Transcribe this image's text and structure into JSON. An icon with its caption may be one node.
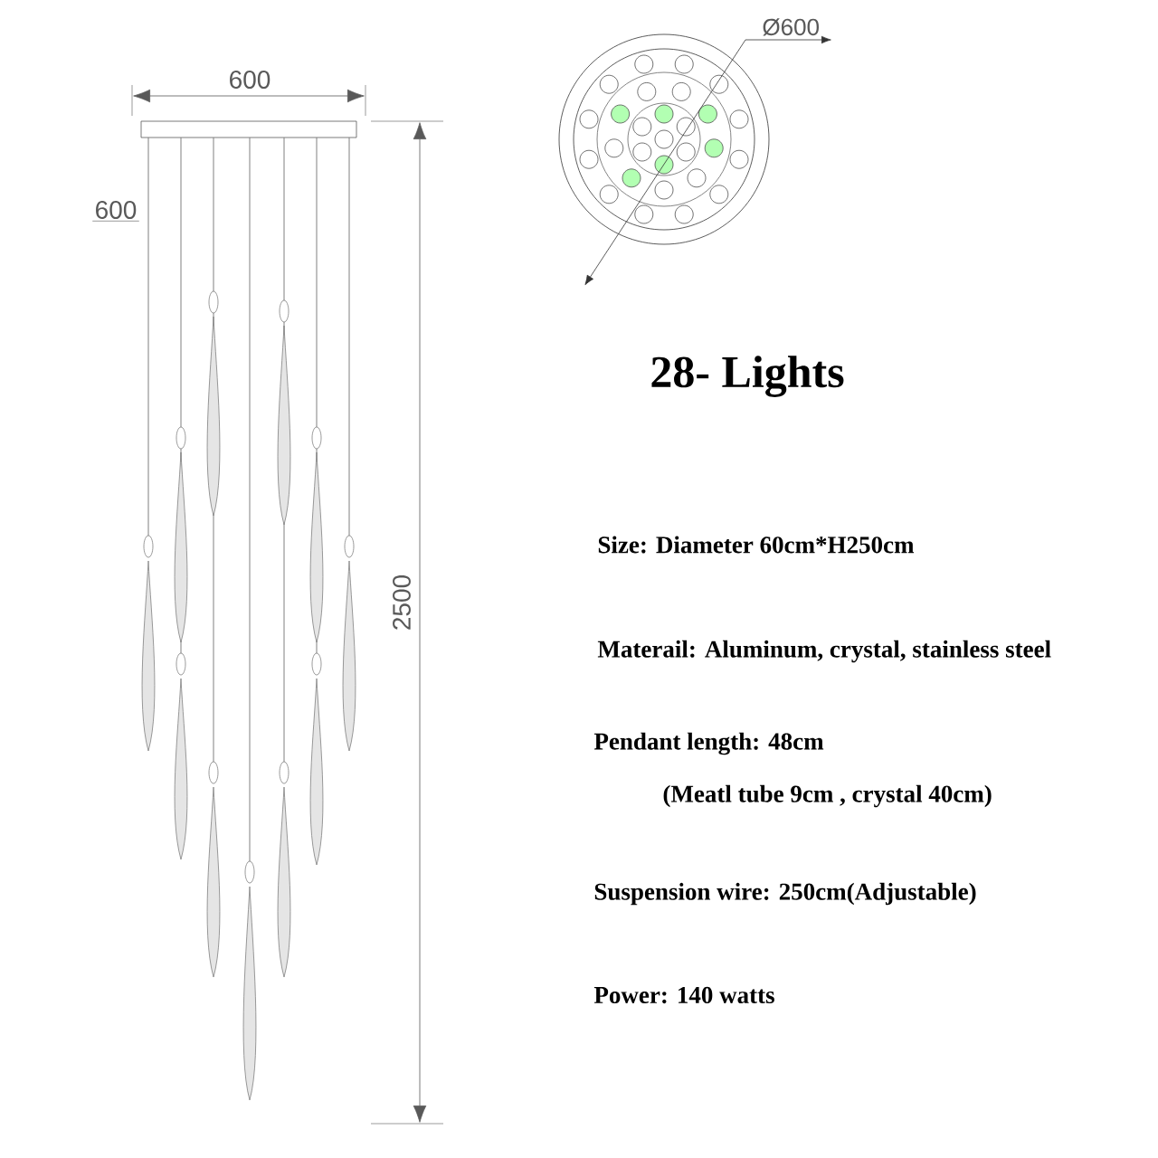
{
  "diagram": {
    "title": "28- Lights",
    "labels": [
      "600",
      "600",
      "2500",
      "Ø600",
      "Size: Diameter 60cm*H250cm",
      "Materail: Aluminum, crystal, stainless steel",
      "Pendant length: 48cm",
      "(Meatl tube 9cm  , crystal 40cm)",
      "Suspension wire: 250cm(Adjustable)",
      "Power: 140 watts"
    ]
  }
}
